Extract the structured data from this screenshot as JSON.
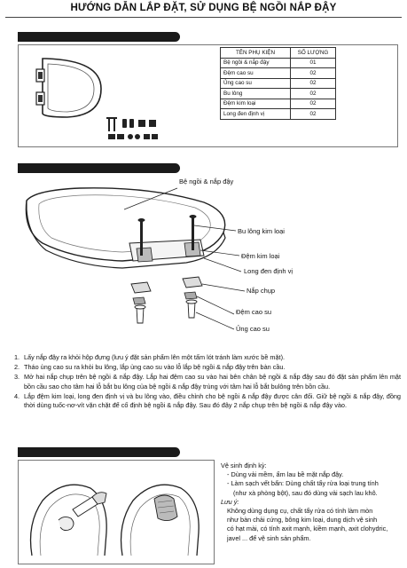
{
  "title": "HƯỚNG DẪN LẮP ĐẶT, SỬ DỤNG BỆ NGỒI NẮP ĐẬY",
  "parts_table": {
    "headers": [
      "TÊN PHỤ KIỆN",
      "SỐ LƯỢNG"
    ],
    "rows": [
      {
        "name": "Bệ ngồi & nắp đậy",
        "qty": "01"
      },
      {
        "name": "Đệm cao su",
        "qty": "02"
      },
      {
        "name": "Ủng cao su",
        "qty": "02"
      },
      {
        "name": "Bu lông",
        "qty": "02"
      },
      {
        "name": "Đệm kim loại",
        "qty": "02"
      },
      {
        "name": "Long đen định vị",
        "qty": "02"
      }
    ]
  },
  "diagram_labels": {
    "seat_lid": "Bệ ngồi & nắp đậy",
    "metal_bolt": "Bu lông kim loại",
    "metal_washer": "Đệm kim loại",
    "locating_washer": "Long đen định vị",
    "cap": "Nắp chụp",
    "rubber_pad": "Đệm cao su",
    "rubber_boot": "Ủng cao su"
  },
  "steps": [
    {
      "num": "1.",
      "text": "Lấy nắp đậy ra khỏi hộp đựng (lưu ý đặt sản phẩm lên một tấm lót tránh làm xước bề mặt)."
    },
    {
      "num": "2.",
      "text": "Tháo ủng cao su ra khỏi bu lông, lắp ủng cao su vào lỗ lắp bệ ngồi & nắp đậy trên bàn cầu."
    },
    {
      "num": "3.",
      "text": "Mở hai nắp chụp trên bệ ngồi & nắp đậy. Lắp hai đệm cao su vào hai bên chân bệ ngồi & nắp đậy sau đó đặt sản phẩm lên mặt bồn cầu sao cho tâm hai lỗ bắt bu lông của bệ ngồi & nắp đậy trùng với tâm hai lỗ bắt bulông trên bồn cầu."
    },
    {
      "num": "4.",
      "text": "Lắp đệm kim loại, long đen định vị và bu lông vào, điều chỉnh cho bệ ngồi & nắp đậy được cân đối. Giữ bệ ngồi & nắp đậy, đồng thời dùng tuốc-nơ-vít vặn chặt để cố định bệ ngồi & nắp đậy. Sau đó đậy 2 nắp chụp trên bệ ngồi & nắp đậy vào."
    }
  ],
  "care": {
    "heading": "Vệ sinh định kỳ:",
    "line1": "- Dùng vải mềm, ẩm lau bề mặt nắp đậy.",
    "line2a": "- Làm sạch vết bẩn: Dùng chất tẩy rửa loại trung tính",
    "line2b": "(như xà phòng bột), sau đó dùng vải sạch lau khô.",
    "note_heading": "Lưu ý:",
    "note1": "Không dùng dụng cụ, chất tẩy rửa có tính làm mòn",
    "note2": "như bàn chải cứng, bông kim loại, dung dịch vệ sinh",
    "note3": "có hạt mài, có tính axit mạnh, kiềm mạnh, axit clohydric,",
    "note4": "javel ... để vệ sinh sản phẩm."
  }
}
